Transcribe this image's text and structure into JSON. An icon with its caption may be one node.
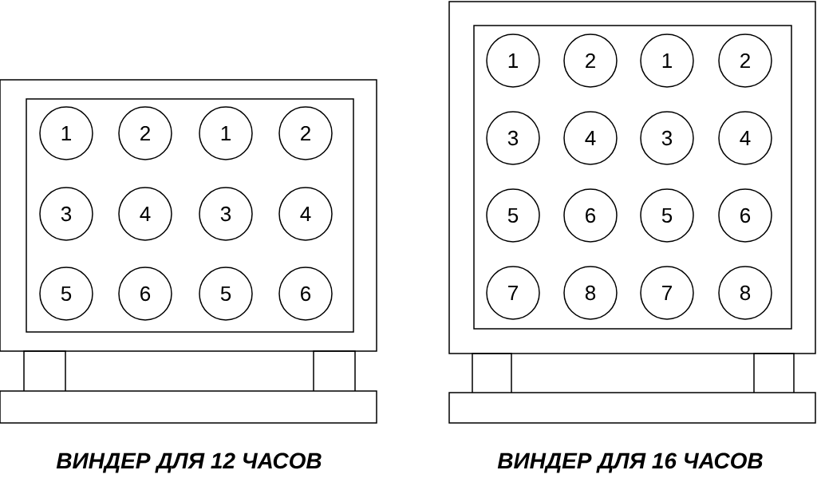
{
  "diagram": {
    "nodes": [
      {
        "text": [],
        "shape": "box"
      },
      {
        "text": [],
        "shape": "box",
        "in": 0
      },
      {
        "text": [
          "1"
        ],
        "in": 1
      },
      {
        "text": [
          "2"
        ],
        "in": 1
      },
      {
        "text": [
          "1"
        ],
        "in": 1
      },
      {
        "text": [
          "2"
        ],
        "in": 1
      },
      {
        "text": [
          "3"
        ],
        "in": 1
      },
      {
        "text": [
          "4"
        ],
        "in": 1
      },
      {
        "text": [
          "3"
        ],
        "in": 1
      },
      {
        "text": [
          "4"
        ],
        "in": 1
      },
      {
        "text": [
          "5"
        ],
        "in": 1
      },
      {
        "text": [
          "6"
        ],
        "in": 1
      },
      {
        "text": [
          "5"
        ],
        "in": 1
      },
      {
        "text": [
          "6"
        ],
        "in": 1
      },
      {
        "text": [],
        "shape": "box"
      },
      {
        "text": [],
        "shape": "box",
        "in": 14
      },
      {
        "text": [
          "1"
        ],
        "in": 15
      },
      {
        "text": [
          "2"
        ],
        "in": 15
      },
      {
        "text": [
          "1"
        ],
        "in": 15
      },
      {
        "text": [
          "2"
        ],
        "in": 15
      },
      {
        "text": [
          "3"
        ],
        "in": 15
      },
      {
        "text": [
          "4"
        ],
        "in": 15
      },
      {
        "text": [
          "3"
        ],
        "in": 15
      },
      {
        "text": [
          "4"
        ],
        "in": 15
      },
      {
        "text": [
          "5"
        ],
        "in": 15
      },
      {
        "text": [
          "6"
        ],
        "in": 15
      },
      {
        "text": [
          "5"
        ],
        "in": 15
      },
      {
        "text": [
          "6"
        ],
        "in": 15
      },
      {
        "text": [
          "7"
        ],
        "in": 15
      },
      {
        "text": [
          "8"
        ],
        "in": 15
      },
      {
        "text": [
          "7"
        ],
        "in": 15
      },
      {
        "text": [
          "8"
        ],
        "in": 15
      }
    ],
    "labels": [
      "ВИНДЕР ДЛЯ 12 ЧАСОВ",
      "ВИНДЕР ДЛЯ 16 ЧАСОВ"
    ]
  }
}
